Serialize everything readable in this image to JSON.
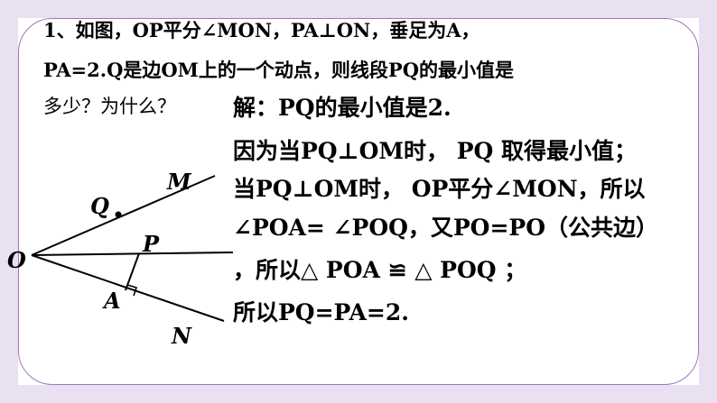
{
  "question": {
    "line1": "1、如图，OP平分∠MON，PA⊥ON，垂足为A，",
    "line2": "PA=2.Q是边OM上的一个动点，则线段PQ的最小值是",
    "line3": "多少？为什么？"
  },
  "solution": {
    "answer": "解：PQ的最小值是2.",
    "reason1": "因为当PQ⊥OM时， PQ 取得最小值；",
    "reason2": "当PQ⊥OM时， OP平分∠MON，所以",
    "reason3": "∠POA= ∠POQ，又PO=PO（公共边）",
    "reason4": "，所以△ POA  ≌ △ POQ ；",
    "conclusion": "所以PQ=PA=2."
  },
  "figure": {
    "labels": {
      "O": "O",
      "M": "M",
      "Q": "Q",
      "P": "P",
      "A": "A",
      "N": "N"
    }
  },
  "colors": {
    "frame": "#e9e1f1",
    "border": "#9a78ba",
    "highlight": "#e0001c"
  }
}
